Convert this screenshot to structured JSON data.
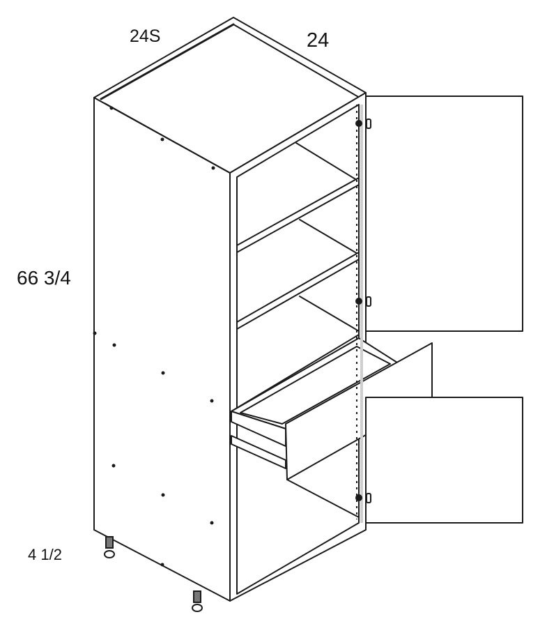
{
  "dimensions": {
    "width": "24S",
    "depth": "24",
    "height": "66 3/4",
    "toe_kick": "4 1/2"
  },
  "colors": {
    "line": "#1a1a1a",
    "fill": "#ffffff",
    "shadow": "#cfcfcf"
  }
}
